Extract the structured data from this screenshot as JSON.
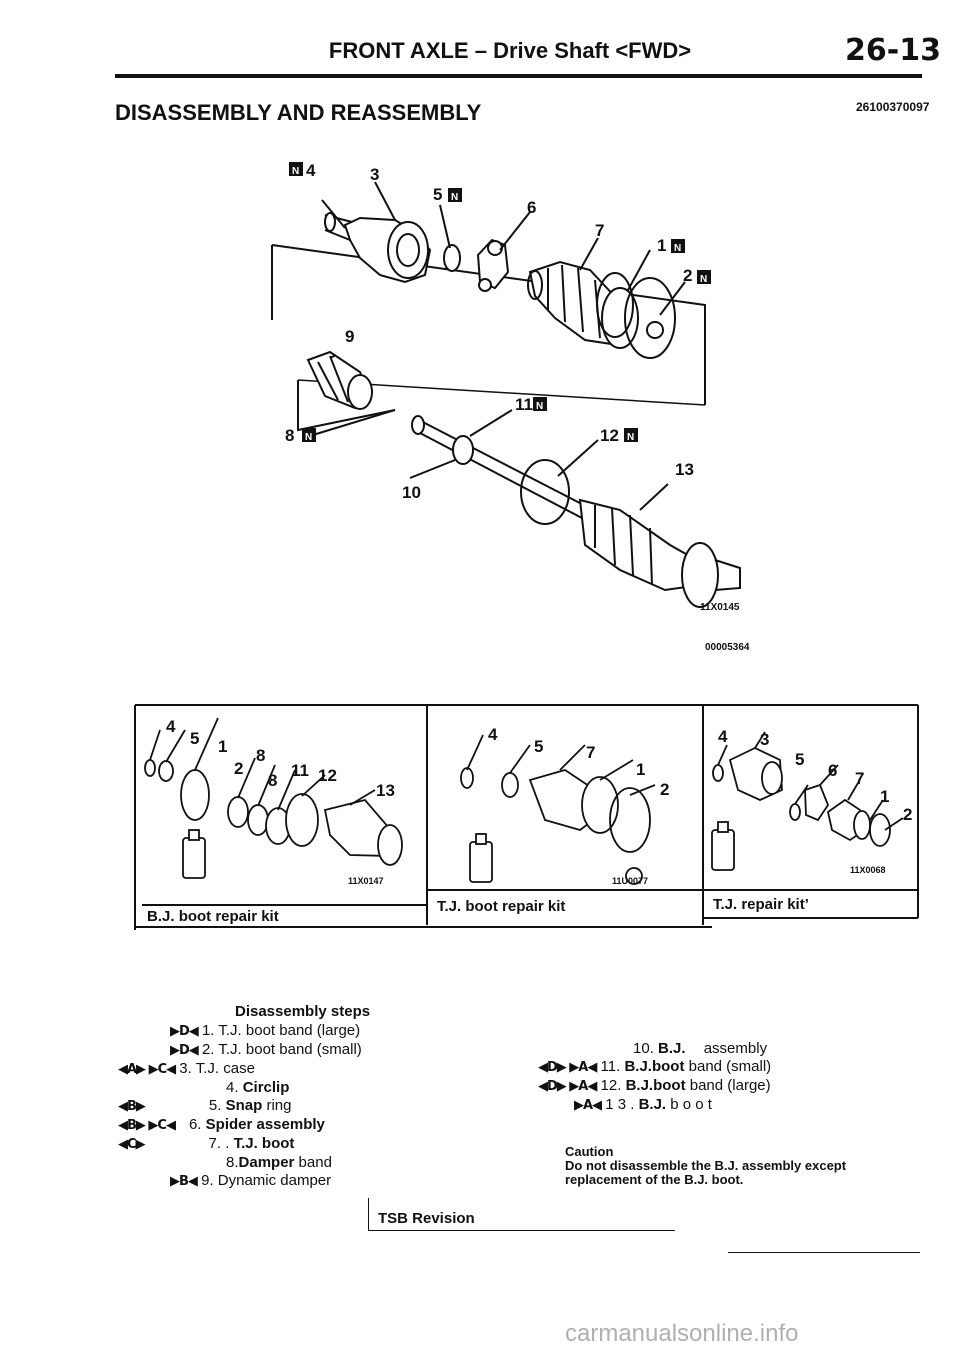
{
  "header": {
    "title": "FRONT AXLE – Drive Shaft <FWD>",
    "page_number": "26-13",
    "section_title": "DISASSEMBLY AND REASSEMBLY",
    "section_code": "26100370097"
  },
  "main_figure": {
    "callouts": [
      "4",
      "3",
      "5",
      "6",
      "7",
      "1",
      "2",
      "9",
      "11",
      "8",
      "12",
      "13",
      "10"
    ],
    "new_part_marker": "N",
    "figure_code": "11X0145",
    "doc_code": "00005364"
  },
  "kits": [
    {
      "caption_prefix": "B.J.",
      "caption_rest": "boot repair kit",
      "figure_code": "11X0147",
      "callouts": [
        "4",
        "5",
        "1",
        "2",
        "8",
        "8",
        "11",
        "12",
        "13"
      ]
    },
    {
      "caption_prefix": "T.J.",
      "caption_rest": "boot repair kit",
      "figure_code": "11U0077",
      "callouts": [
        "4",
        "5",
        "7",
        "1",
        "2"
      ]
    },
    {
      "caption_prefix": "",
      "caption_rest": "T.J. repair kit’",
      "figure_code": "11X0068",
      "callouts": [
        "4",
        "3",
        "5",
        "6",
        "7",
        "1",
        "2"
      ]
    }
  ],
  "steps": {
    "title": "Disassembly steps",
    "left": [
      {
        "symbols": "▶D◀",
        "num": "1.",
        "text": "T.J. boot band (large)"
      },
      {
        "symbols": "▶D◀",
        "num": "2.",
        "text": "T.J. boot band (small)"
      },
      {
        "symbols": "◀A▶ ▶C◀",
        "num": "3.",
        "text": "T.J. case"
      },
      {
        "symbols": "",
        "num": "4.",
        "bold": "Circlip",
        "text": ""
      },
      {
        "symbols": "◀B▶",
        "num": "5.",
        "bold": "Snap",
        "text": "ring"
      },
      {
        "symbols": "◀B▶ ▶C◀",
        "num": "6.",
        "bold": "Spider assembly",
        "text": ""
      },
      {
        "symbols": "◀C▶",
        "num": "7. .",
        "bold": "T.J. boot",
        "text": ""
      },
      {
        "symbols": "",
        "num": "8.",
        "bold": "Damper",
        "text": "band"
      },
      {
        "symbols": "▶B◀",
        "num": "9.",
        "text": "Dynamic damper"
      }
    ],
    "right": [
      {
        "symbols": "",
        "num": "10.",
        "bold": "B.J.",
        "text": "assembly"
      },
      {
        "symbols": "◀D▶ ▶A◀",
        "num": "11.",
        "bold": "B.J.boot",
        "text": "band (small)"
      },
      {
        "symbols": "◀D▶ ▶A◀",
        "num": "12.",
        "bold": "B.J.boot",
        "text": "band (large)"
      },
      {
        "symbols": "▶A◀",
        "num": "1 3 .",
        "bold": "B.J.",
        "text": "b o o t"
      }
    ]
  },
  "caution": {
    "heading": "Caution",
    "line1_a": "Do not disassemble the B.J.",
    "line1_b": "assembly",
    "line1_c": "except",
    "line2": "replacement of the B.J. boot."
  },
  "footer": {
    "tsb_label": "TSB Revision",
    "watermark": "carmanualsonline.info"
  }
}
